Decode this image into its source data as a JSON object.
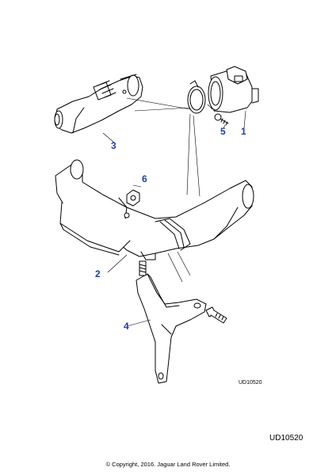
{
  "callouts": [
    {
      "num": "1"
    },
    {
      "num": "2"
    },
    {
      "num": "3"
    },
    {
      "num": "4"
    },
    {
      "num": "5"
    },
    {
      "num": "6"
    }
  ],
  "colors": {
    "callout": "#1a3fb0",
    "line": "#000000"
  },
  "diagram_ref": "UD10520",
  "page_ref": "UD10520",
  "copyright": "© Copyright, 2016. Jaguar Land Rover Limited."
}
